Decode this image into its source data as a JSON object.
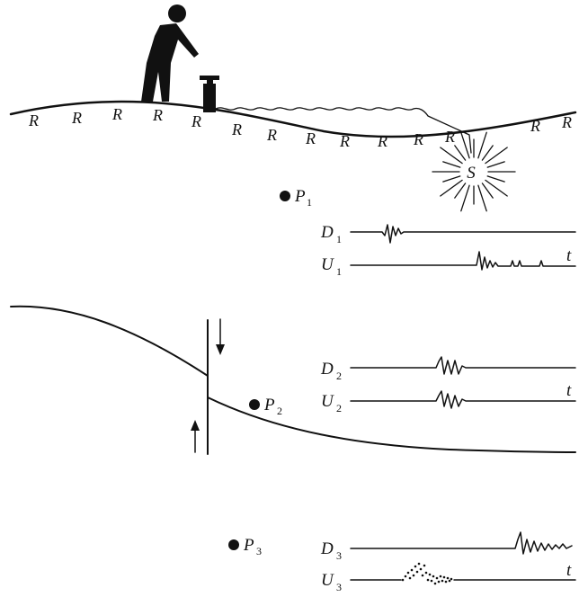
{
  "rock_letter": "R",
  "source": {
    "label": "S"
  },
  "time_axis_label": "t",
  "points": [
    {
      "letter": "P",
      "sub": "1"
    },
    {
      "letter": "P",
      "sub": "2"
    },
    {
      "letter": "P",
      "sub": "3"
    }
  ],
  "traces": [
    {
      "letter": "D",
      "sub": "1"
    },
    {
      "letter": "U",
      "sub": "1"
    },
    {
      "letter": "D",
      "sub": "2"
    },
    {
      "letter": "U",
      "sub": "2"
    },
    {
      "letter": "D",
      "sub": "3"
    },
    {
      "letter": "U",
      "sub": "3"
    }
  ]
}
